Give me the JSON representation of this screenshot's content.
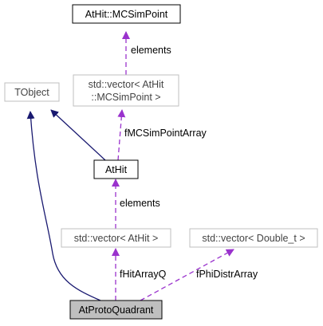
{
  "nodes": {
    "mcsimpoint": {
      "lines": [
        "AtHit::MCSimPoint"
      ]
    },
    "vector_mcsim": {
      "lines": [
        "std::vector< AtHit",
        "::MCSimPoint >"
      ]
    },
    "tobject": {
      "lines": [
        "TObject"
      ]
    },
    "athit": {
      "lines": [
        "AtHit"
      ]
    },
    "vector_athit": {
      "lines": [
        "std::vector< AtHit >"
      ]
    },
    "vector_double": {
      "lines": [
        "std::vector< Double_t >"
      ]
    },
    "atprotoquadrant": {
      "lines": [
        "AtProtoQuadrant"
      ]
    }
  },
  "edges": {
    "mcsim_elements": {
      "label": "elements"
    },
    "fmcsimpointarray": {
      "label": "fMCSimPointArray"
    },
    "athit_elements": {
      "label": "elements"
    },
    "fhitarrayq": {
      "label": "fHitArrayQ"
    },
    "fphidistrarray": {
      "label": "fPhiDistrArray"
    }
  },
  "colors": {
    "inheritance": "#191970",
    "usage": "#9a32cd",
    "highlight_fill": "#bfbfbf",
    "muted_border": "#bfbfbf",
    "strong_border": "#000000"
  }
}
